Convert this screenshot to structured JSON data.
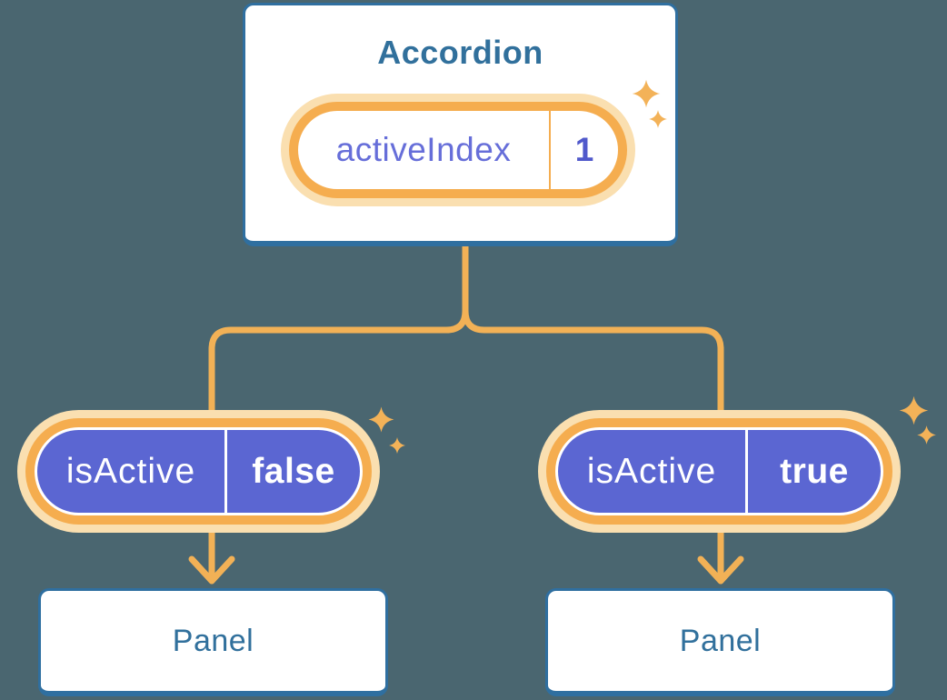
{
  "diagram": {
    "accordion": {
      "title": "Accordion",
      "state_label": "activeIndex",
      "state_value": "1"
    },
    "children": {
      "left": {
        "prop_label": "isActive",
        "prop_value": "false",
        "panel_title": "Panel"
      },
      "right": {
        "prop_label": "isActive",
        "prop_value": "true",
        "panel_title": "Panel"
      }
    },
    "icons": {
      "sparkle": "four-point-star-sparkle",
      "arrow": "down-arrow",
      "connector": "tree-branch"
    },
    "colors": {
      "background": "#4A6670",
      "card_bg": "#FFFFFF",
      "card_border": "#2F6FA0",
      "heading_text": "#31709C",
      "connector_orange": "#F2B156",
      "pill_ring_orange": "#F5AD4F",
      "pill_glow_cream": "#FADFB0",
      "pill_purple": "#5B66D2",
      "state_label_text": "#666ED9",
      "state_value_text": "#5059CB",
      "prop_text": "#FFFFFF",
      "sparkle_orange": "#F3B258"
    }
  }
}
